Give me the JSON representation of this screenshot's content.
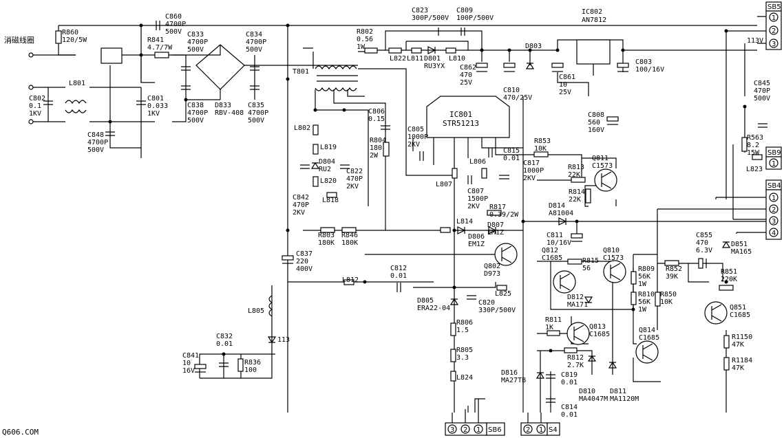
{
  "title_left": "消磁线圈",
  "watermark": "Q606.COM",
  "ic_main": {
    "name": "IC801",
    "part": "STR51213"
  },
  "ic_reg": {
    "name": "IC802",
    "part": "AN7812"
  },
  "connectors": {
    "sb5": {
      "name": "SB5",
      "pins": [
        "1",
        "2",
        "3"
      ]
    },
    "sb9": {
      "name": "SB9",
      "pins": [
        "1"
      ]
    },
    "sb4": {
      "name": "SB4",
      "pins": [
        "1",
        "2",
        "3",
        "4"
      ]
    },
    "sb6": {
      "name": "SB6",
      "pins": [
        "3",
        "2",
        "1"
      ]
    },
    "s4": {
      "name": "S4",
      "pins": [
        "2",
        "1"
      ]
    }
  },
  "rail_label": "113V",
  "components": [
    {
      "key": "c860",
      "lines": [
        "C860",
        "4700P",
        "500V"
      ]
    },
    {
      "key": "r860",
      "lines": [
        "R860",
        "120/5W"
      ]
    },
    {
      "key": "r841",
      "lines": [
        "R841",
        "4.7/7W"
      ]
    },
    {
      "key": "c833",
      "lines": [
        "C833",
        "4700P",
        "500V"
      ]
    },
    {
      "key": "c834",
      "lines": [
        "C834",
        "4700P",
        "500V"
      ]
    },
    {
      "key": "c802",
      "lines": [
        "C802",
        "0.1",
        "1KV"
      ]
    },
    {
      "key": "l801",
      "lines": [
        "L801"
      ]
    },
    {
      "key": "c801",
      "lines": [
        "C801",
        "0.033",
        "1KV"
      ]
    },
    {
      "key": "c838",
      "lines": [
        "C838",
        "4700P",
        "500V"
      ]
    },
    {
      "key": "d833",
      "lines": [
        "D833",
        "RBV-408"
      ]
    },
    {
      "key": "c835",
      "lines": [
        "C835",
        "4700P",
        "500V"
      ]
    },
    {
      "key": "c848",
      "lines": [
        "C848",
        "4700P",
        "500V"
      ]
    },
    {
      "key": "t801",
      "lines": [
        "T801"
      ]
    },
    {
      "key": "r802",
      "lines": [
        "R802",
        "0.56",
        "1W"
      ]
    },
    {
      "key": "c823",
      "lines": [
        "C823",
        "300P/500V"
      ]
    },
    {
      "key": "c809",
      "lines": [
        "C809",
        "100P/500V"
      ]
    },
    {
      "key": "l822",
      "lines": [
        "L822"
      ]
    },
    {
      "key": "l811",
      "lines": [
        "L811"
      ]
    },
    {
      "key": "d801",
      "lines": [
        "D801",
        "RU3YX"
      ]
    },
    {
      "key": "l810",
      "lines": [
        "L810"
      ]
    },
    {
      "key": "c862",
      "lines": [
        "C862",
        "470",
        "25V"
      ]
    },
    {
      "key": "c810",
      "lines": [
        "C810",
        "470/25V"
      ]
    },
    {
      "key": "d803",
      "lines": [
        "D803"
      ]
    },
    {
      "key": "c861",
      "lines": [
        "C861",
        "10",
        "25V"
      ]
    },
    {
      "key": "c803",
      "lines": [
        "C803",
        "100/16V"
      ]
    },
    {
      "key": "c845",
      "lines": [
        "C845",
        "470P",
        "500V"
      ]
    },
    {
      "key": "r563",
      "lines": [
        "R563",
        "8.2",
        "15W"
      ]
    },
    {
      "key": "l823",
      "lines": [
        "L823"
      ]
    },
    {
      "key": "c808",
      "lines": [
        "C808",
        "560",
        "160V"
      ]
    },
    {
      "key": "l802",
      "lines": [
        "L802"
      ]
    },
    {
      "key": "c806",
      "lines": [
        "C806",
        "0.15"
      ]
    },
    {
      "key": "c805",
      "lines": [
        "C805",
        "1000P",
        "2KV"
      ]
    },
    {
      "key": "l819",
      "lines": [
        "L819"
      ]
    },
    {
      "key": "d804",
      "lines": [
        "D804",
        "RU2"
      ]
    },
    {
      "key": "l820",
      "lines": [
        "L820"
      ]
    },
    {
      "key": "r804",
      "lines": [
        "R804",
        "180",
        "2W"
      ]
    },
    {
      "key": "c822",
      "lines": [
        "C822",
        "470P",
        "2KV"
      ]
    },
    {
      "key": "c842",
      "lines": [
        "C842",
        "470P",
        "2KV"
      ]
    },
    {
      "key": "l818",
      "lines": [
        "L818"
      ]
    },
    {
      "key": "l807",
      "lines": [
        "L807"
      ]
    },
    {
      "key": "c815",
      "lines": [
        "C815",
        "0.01"
      ]
    },
    {
      "key": "l806",
      "lines": [
        "L806"
      ]
    },
    {
      "key": "c817",
      "lines": [
        "C817",
        "1000P",
        "2KV"
      ]
    },
    {
      "key": "r853",
      "lines": [
        "R853",
        "10K"
      ]
    },
    {
      "key": "q811",
      "lines": [
        "Q811",
        "C1573"
      ]
    },
    {
      "key": "r813",
      "lines": [
        "R813",
        "22K"
      ]
    },
    {
      "key": "r814",
      "lines": [
        "R814",
        "22K"
      ]
    },
    {
      "key": "c807",
      "lines": [
        "C807",
        "1500P",
        "2KV"
      ]
    },
    {
      "key": "r817",
      "lines": [
        "R817",
        "0.39/2W"
      ]
    },
    {
      "key": "d814",
      "lines": [
        "D814",
        "A81004"
      ]
    },
    {
      "key": "r803",
      "lines": [
        "R803",
        "180K"
      ]
    },
    {
      "key": "r846",
      "lines": [
        "R846",
        "180K"
      ]
    },
    {
      "key": "l814",
      "lines": [
        "L814"
      ]
    },
    {
      "key": "d807",
      "lines": [
        "D807",
        "EM1Z"
      ]
    },
    {
      "key": "d806",
      "lines": [
        "D806",
        "EM1Z"
      ]
    },
    {
      "key": "c811",
      "lines": [
        "C811",
        "10/16V"
      ]
    },
    {
      "key": "c837",
      "lines": [
        "C837",
        "220",
        "400V"
      ]
    },
    {
      "key": "q802",
      "lines": [
        "Q802",
        "D973"
      ]
    },
    {
      "key": "c812",
      "lines": [
        "C812",
        "0.01"
      ]
    },
    {
      "key": "l812",
      "lines": [
        "L812"
      ]
    },
    {
      "key": "l825",
      "lines": [
        "L825"
      ]
    },
    {
      "key": "q812",
      "lines": [
        "Q812",
        "C1685"
      ]
    },
    {
      "key": "r815",
      "lines": [
        "R815",
        "56"
      ]
    },
    {
      "key": "q810",
      "lines": [
        "Q810",
        "C1573"
      ]
    },
    {
      "key": "r809",
      "lines": [
        "R809",
        "56K",
        "1W"
      ]
    },
    {
      "key": "r852",
      "lines": [
        "R852",
        "39K"
      ]
    },
    {
      "key": "c855",
      "lines": [
        "C855",
        "470",
        "6.3V"
      ]
    },
    {
      "key": "d851",
      "lines": [
        "D851",
        "MA165"
      ]
    },
    {
      "key": "r851",
      "lines": [
        "R851",
        "220K"
      ]
    },
    {
      "key": "d812",
      "lines": [
        "D812",
        "MA171"
      ]
    },
    {
      "key": "r810",
      "lines": [
        "R810",
        "56K",
        "1W"
      ]
    },
    {
      "key": "r850",
      "lines": [
        "R850",
        "10K"
      ]
    },
    {
      "key": "q851",
      "lines": [
        "Q851",
        "C1685"
      ]
    },
    {
      "key": "d805",
      "lines": [
        "D805",
        "ERA22-04"
      ]
    },
    {
      "key": "c820",
      "lines": [
        "C820",
        "330P/500V"
      ]
    },
    {
      "key": "l805",
      "lines": [
        "L805"
      ]
    },
    {
      "key": "r806",
      "lines": [
        "R806",
        "1.5"
      ]
    },
    {
      "key": "r811",
      "lines": [
        "R811",
        "1K"
      ]
    },
    {
      "key": "q813",
      "lines": [
        "Q813",
        "C1685"
      ]
    },
    {
      "key": "r1150",
      "lines": [
        "R1150",
        "47K"
      ]
    },
    {
      "key": "d113",
      "lines": [
        "113"
      ]
    },
    {
      "key": "c832",
      "lines": [
        "C832",
        "0.01"
      ]
    },
    {
      "key": "q814",
      "lines": [
        "Q814",
        "C1685"
      ]
    },
    {
      "key": "r805",
      "lines": [
        "R805",
        "3.3"
      ]
    },
    {
      "key": "r812",
      "lines": [
        "R812",
        "2.7K"
      ]
    },
    {
      "key": "c841",
      "lines": [
        "C841",
        "10",
        "16V"
      ]
    },
    {
      "key": "r836",
      "lines": [
        "R836",
        "100"
      ]
    },
    {
      "key": "r1184",
      "lines": [
        "R1184",
        "47K"
      ]
    },
    {
      "key": "l824",
      "lines": [
        "L824"
      ]
    },
    {
      "key": "d816",
      "lines": [
        "D816",
        "MA27TB"
      ]
    },
    {
      "key": "c819",
      "lines": [
        "C819",
        "0.01"
      ]
    },
    {
      "key": "d810",
      "lines": [
        "D810",
        "MA4047M"
      ]
    },
    {
      "key": "d811",
      "lines": [
        "D811",
        "MA1120M"
      ]
    },
    {
      "key": "c814",
      "lines": [
        "C814",
        "0.01"
      ]
    }
  ]
}
